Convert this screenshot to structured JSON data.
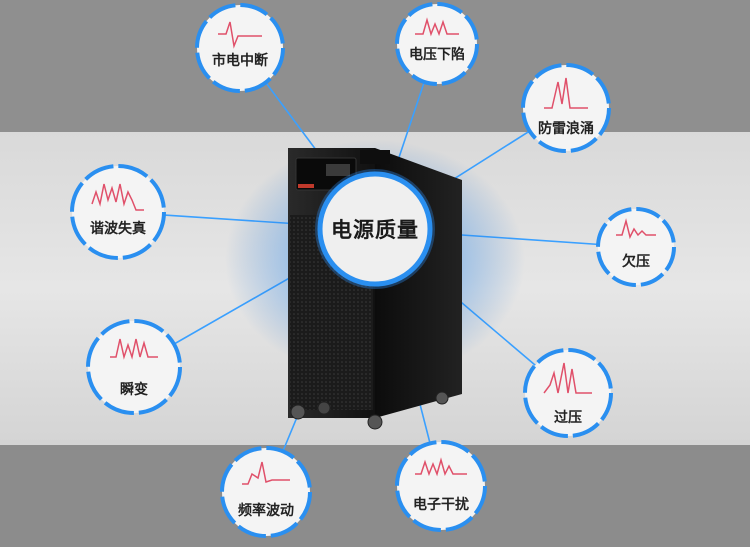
{
  "center": {
    "label": "电源质量"
  },
  "items": [
    {
      "id": "outage",
      "label": "市电中断"
    },
    {
      "id": "sag",
      "label": "电压下陷"
    },
    {
      "id": "surge",
      "label": "防雷浪涌"
    },
    {
      "id": "undervoltage",
      "label": "欠压"
    },
    {
      "id": "overvoltage",
      "label": "过压"
    },
    {
      "id": "emi",
      "label": "电子干扰"
    },
    {
      "id": "freq",
      "label": "频率波动"
    },
    {
      "id": "transient",
      "label": "瞬变"
    },
    {
      "id": "harmonic",
      "label": "谐波失真"
    }
  ],
  "colors": {
    "ring": "#2a8ff0",
    "line": "#3aa0ff",
    "wave": "#e0506a",
    "cabinet": "#151515"
  }
}
